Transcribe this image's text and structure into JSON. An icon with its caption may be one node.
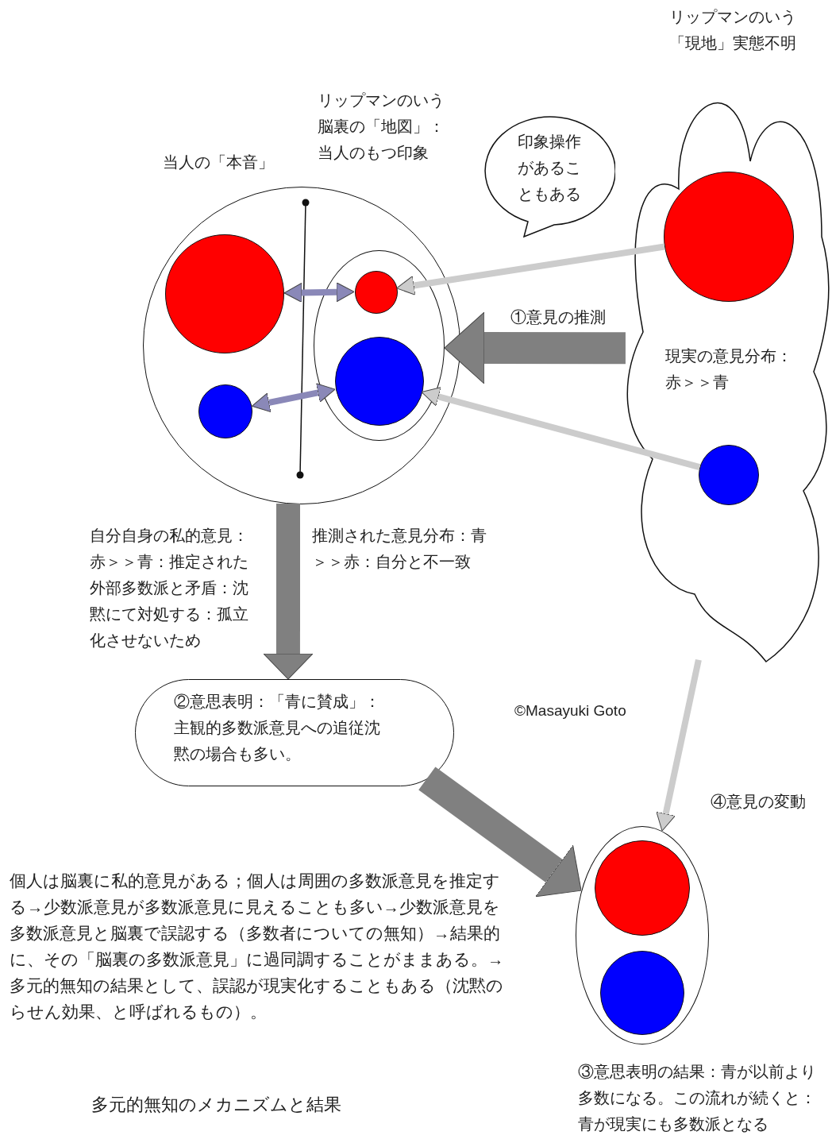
{
  "diagram": {
    "title": "多元的無知のメカニズムと結果",
    "nodes": [
      {
        "text": [
          "当人の「本音」"
        ]
      },
      {
        "text": [],
        "shape": "ellipse",
        "in": 0
      },
      {
        "text": [],
        "shape": "circle",
        "in": 0
      },
      {
        "text": [],
        "shape": "circle",
        "in": 0
      },
      {
        "text": [],
        "shape": "circle",
        "in": 1
      },
      {
        "text": [],
        "shape": "circle",
        "in": 1
      },
      {
        "text": [
          "印象操作があることもある"
        ]
      },
      {
        "text": [
          "リップマンのいう「現地」実態不明",
          "現実の意見分布：赤＞＞青"
        ]
      },
      {
        "text": [],
        "shape": "circle",
        "in": 7
      },
      {
        "text": [],
        "shape": "circle",
        "in": 7
      },
      {
        "text": [
          "②意思表明：「青に賛成」：主観的多数派意見への追従沈黙の場合も多い。"
        ]
      },
      {
        "text": [
          "③意思表明の結果：青が以前より多数になる。この流れが続くと：青が現実にも多数派となる"
        ]
      },
      {
        "text": [],
        "shape": "circle",
        "in": 11
      },
      {
        "text": [],
        "shape": "circle",
        "in": 11
      }
    ],
    "edges": [
      {
        "from": 8,
        "to": 4,
        "arrow": "to",
        "color": "#cccccc"
      },
      {
        "from": 9,
        "to": 5,
        "arrow": "to",
        "color": "#cccccc"
      },
      {
        "from": 7,
        "to": 1,
        "arrow": "to",
        "label": "①意見の推測",
        "style": "thick",
        "color": "#808080"
      },
      {
        "from": 2,
        "to": 4,
        "arrow": "both",
        "color": "#8a88b8"
      },
      {
        "from": 3,
        "to": 5,
        "arrow": "both",
        "color": "#8a88b8"
      },
      {
        "from": 0,
        "to": 10,
        "arrow": "to",
        "style": "thick",
        "color": "#808080"
      },
      {
        "from": 10,
        "to": 11,
        "arrow": "to",
        "style": "thick",
        "color": "#808080"
      },
      {
        "from": 7,
        "to": 11,
        "arrow": "to",
        "label": "④意見の変動",
        "color": "#cccccc"
      }
    ],
    "labels": [
      "リップマンのいう脳裏の「地図」：当人のもつ印象",
      "自分自身の私的意見：赤＞＞青：推定された外部多数派と矛盾：沈黙にて対処する：孤立化させないため",
      "推測された意見分布：青＞＞赤：自分と不一致",
      "©Masayuki Goto",
      "個人は脳裏に私的意見がある；個人は周囲の多数派意見を推定する→少数派意見が多数派意見に見えることも多い→少数派意見を多数派意見と脳裏で誤認する（多数者についての無知）→結果的に、その「脳裏の多数派意見」に過同調することがままある。→多元的無知の結果として、誤認が現実化することもある（沈黙のらせん効果、と呼ばれるもの）。"
    ]
  }
}
